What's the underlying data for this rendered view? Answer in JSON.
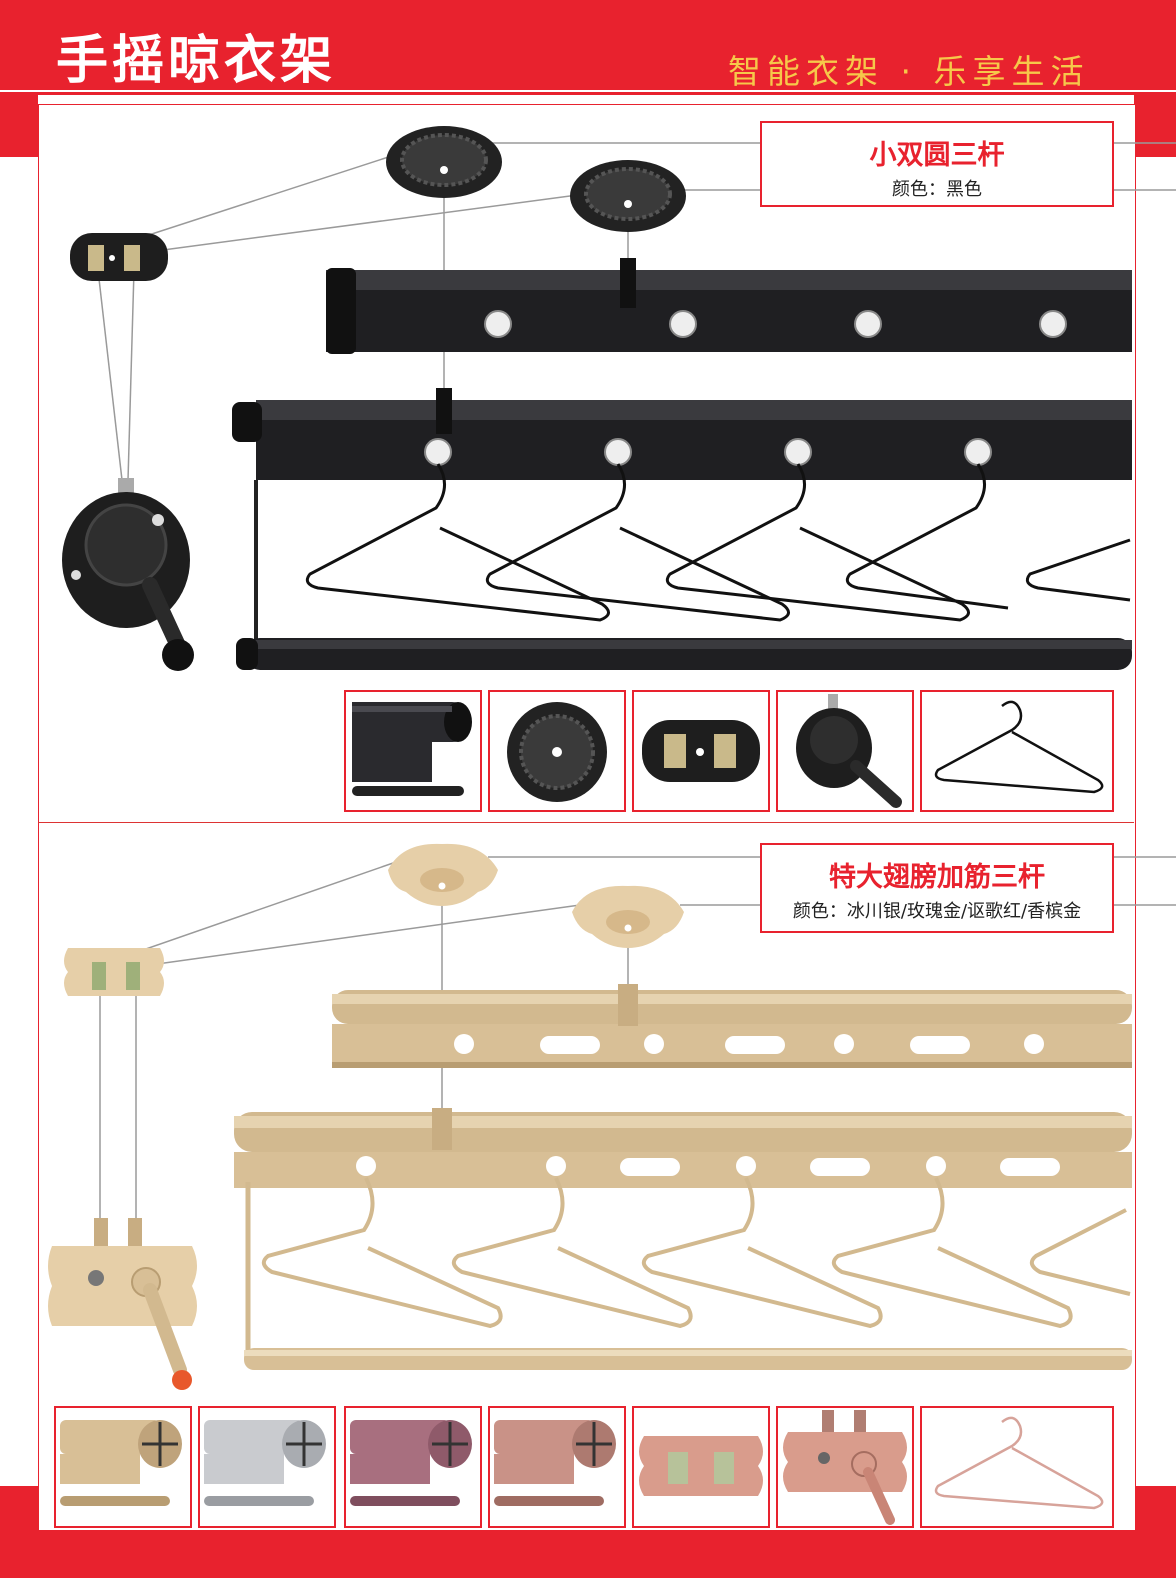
{
  "header": {
    "title": "手摇晾衣架",
    "slogan": "智能衣架 · 乐享生活"
  },
  "products": [
    {
      "name": "小双圆三杆",
      "color_label": "颜色：黑色",
      "finish_color": "#1c1c1e"
    },
    {
      "name": "特大翅膀加筋三杆",
      "color_label": "颜色：冰川银/玫瑰金/讴歌红/香槟金",
      "finish_color": "#d8bf96"
    }
  ],
  "colors": {
    "brand_red": "#e8222e",
    "slogan_gold": "#f6c84a",
    "champagne": "#d8bf96",
    "silver": "#c9cbcf",
    "rose_gold": "#c99287",
    "acura_red": "#a86f7f",
    "black": "#1c1c1e"
  },
  "icons": [
    "round-pulley-icon",
    "double-pulley-box-icon",
    "hand-crank-icon",
    "hanger-icon",
    "tube-profile-icon",
    "wing-pulley-icon"
  ]
}
